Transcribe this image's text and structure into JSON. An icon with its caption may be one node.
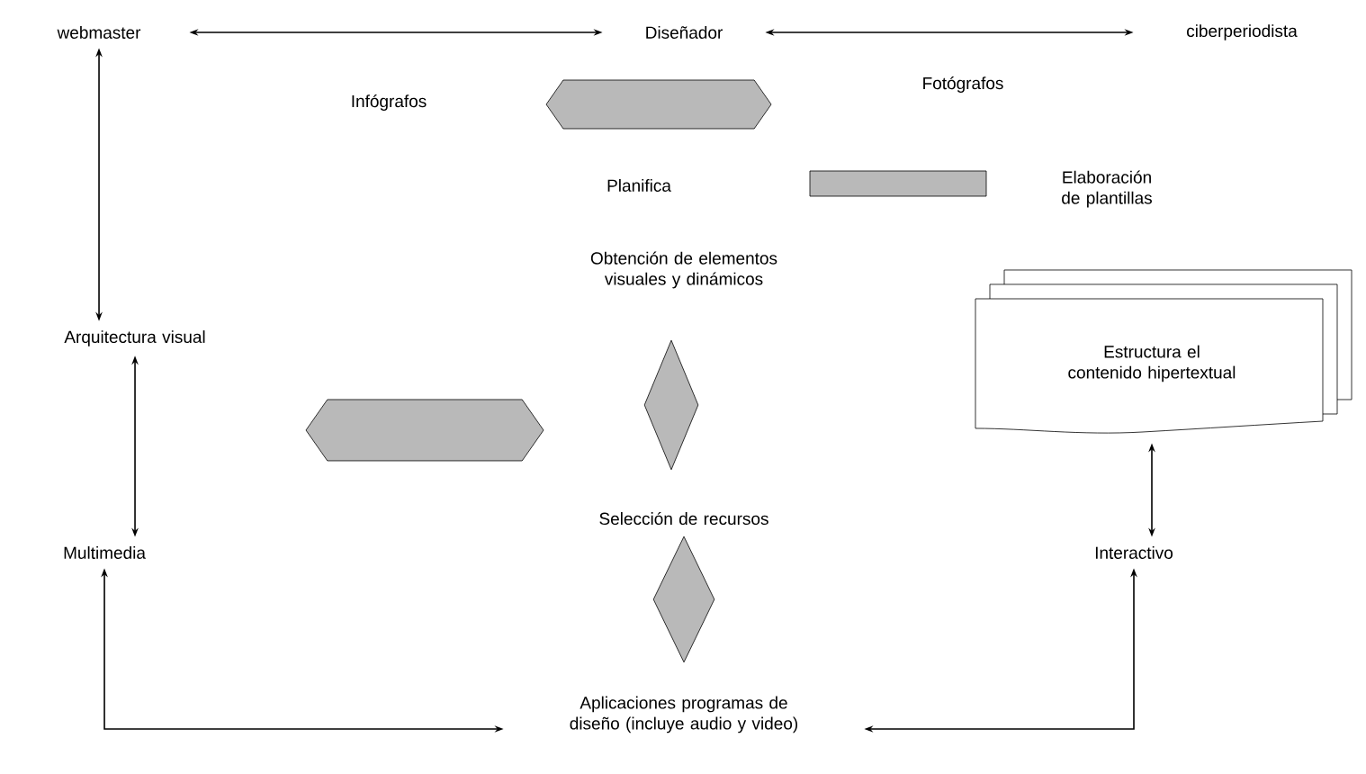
{
  "diagram": {
    "nodes": [
      {
        "text": [
          "webmaster"
        ]
      },
      {
        "text": [
          "Diseñador"
        ]
      },
      {
        "text": [
          "ciberperiodista"
        ]
      },
      {
        "text": [],
        "shape": "hexagon"
      },
      {
        "text": [],
        "shape": "bar"
      },
      {
        "text": [
          "Arquitectura visual"
        ]
      },
      {
        "text": [
          "Estructura el contenido hipertextual"
        ]
      },
      {
        "text": [],
        "shape": "hexagon"
      },
      {
        "text": [],
        "shape": "diamond"
      },
      {
        "text": [],
        "shape": "diamond"
      },
      {
        "text": [
          "Multimedia"
        ]
      },
      {
        "text": [
          "Interactivo"
        ]
      },
      {
        "text": [
          "Aplicaciones programas de diseño (incluye audio y video)"
        ]
      }
    ],
    "edges": [
      {
        "from": 0,
        "to": 1,
        "arrow": "both"
      },
      {
        "from": 1,
        "to": 2,
        "arrow": "both"
      },
      {
        "from": 0,
        "to": 5,
        "arrow": "both"
      },
      {
        "from": 5,
        "to": 10,
        "arrow": "both"
      },
      {
        "from": 6,
        "to": 11,
        "arrow": "both"
      },
      {
        "from": 10,
        "to": 12,
        "arrow": "both"
      },
      {
        "from": 11,
        "to": 12,
        "arrow": "both"
      }
    ],
    "labels": [
      "Infógrafos",
      "Fotógrafos",
      "Planifica",
      "Elaboración de plantillas",
      "Obtención de elementos visuales y dinámicos",
      "Selección de recursos"
    ]
  }
}
